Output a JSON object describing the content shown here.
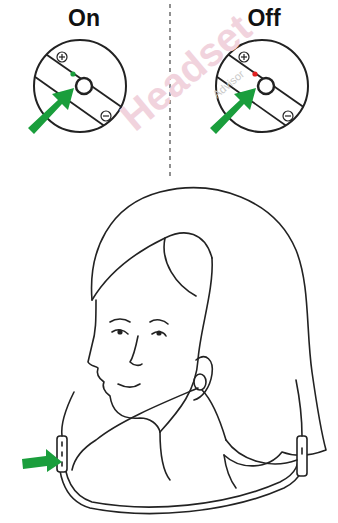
{
  "diagram": {
    "labels": [
      "On",
      "Off",
      "Headset",
      "Advisor"
    ]
  }
}
